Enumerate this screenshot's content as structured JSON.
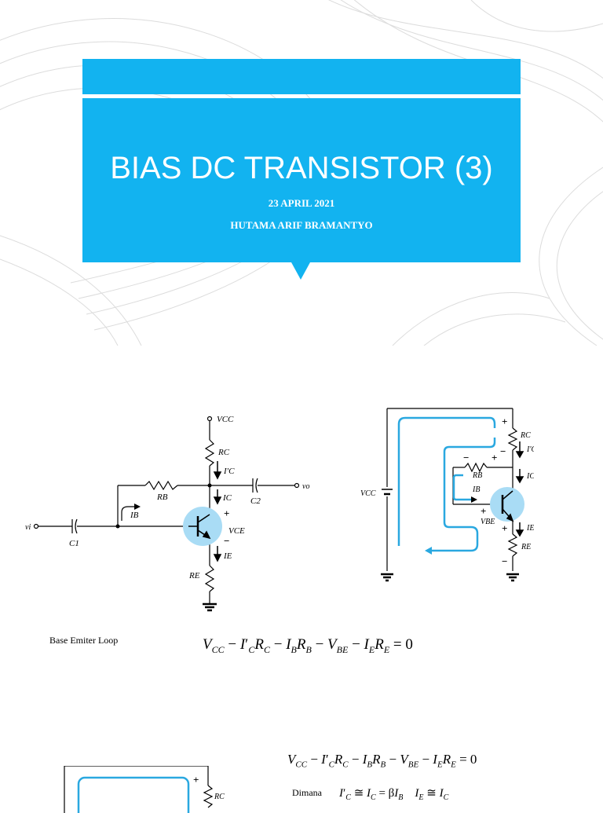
{
  "slide1": {
    "title": "BIAS DC TRANSISTOR (3)",
    "date": "23 APRIL 2021",
    "author": "HUTAMA ARIF BRAMANTYO"
  },
  "slide2": {
    "loop_label": "Base Emiter Loop",
    "equation1": "V_CC − I′_C R_C − I_B R_B − V_BE − I_E R_E = 0",
    "equation2": "V_CC − I′_C R_C − I_B R_B − V_BE − I_E R_E = 0",
    "dimana_label": "Dimana",
    "equation3": "I′_C ≅ I_C = βI_B   I_E ≅ I_C",
    "circuit1": {
      "vcc": "VCC",
      "rc": "RC",
      "ic_prime": "I′C",
      "ic": "IC",
      "c2": "C2",
      "vo": "vo",
      "rb": "RB",
      "ib": "IB",
      "vi": "vi",
      "c1": "C1",
      "vce": "VCE",
      "ie": "IE",
      "re": "RE",
      "plus": "+",
      "minus": "−"
    },
    "circuit2": {
      "vcc": "VCC",
      "rc": "RC",
      "ic_prime": "I′C",
      "rb": "RB",
      "ic": "IC",
      "ib": "IB",
      "vbe": "VBE",
      "ie": "IE",
      "re": "RE",
      "plus": "+",
      "minus": "−"
    },
    "circuit3": {
      "rc": "RC",
      "plus": "+"
    }
  },
  "colors": {
    "accent": "#12b3f0",
    "loop": "#2aa8e0",
    "transistor_highlight": "#a9dcf5"
  }
}
